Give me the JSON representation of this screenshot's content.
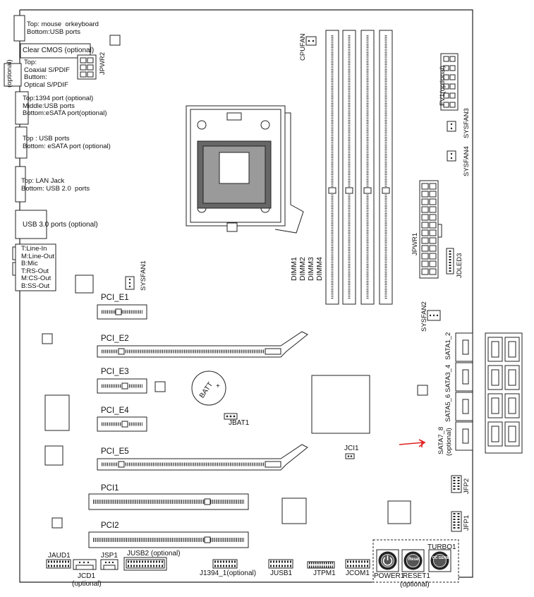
{
  "io": {
    "ps2": [
      "Top: mouse  orkeyboard",
      "Bottom:USB ports"
    ],
    "clear_cmos": "Clear CMOS (optional)",
    "spdif": [
      "Top:",
      "Coaxial S/PDIF",
      "Buttom:",
      "Optical S/PDIF"
    ],
    "spdif_side": "(optional)",
    "port_1394": [
      "Top:1394 port (optional)",
      "Middle:USB ports",
      "Bottom:eSATA port(optional)"
    ],
    "usb_esata": [
      "Top : USB ports",
      "Bottom: eSATA port (optional)"
    ],
    "lan": [
      "Top: LAN Jack",
      "Bottom: USB 2.0  ports"
    ],
    "usb3": "USB 3.0  ports (optional)",
    "audio": [
      "T:Line-In",
      "M:Line-Out",
      "B:Mic",
      "T:RS-Out",
      "M:CS-Out",
      "B:SS-Out"
    ]
  },
  "connectors": {
    "jpwr2": "JPWR2",
    "cpufan": "CPUFAN",
    "sysfan1": "SYSFAN1",
    "sysfan2": "SYSFAN2",
    "sysfan3": "SYSFAN3",
    "sysfan4": "SYSFAN4",
    "fv1": "FV1(optional)",
    "jpwr1": "JPWR1",
    "jdled3": "JDLED3",
    "dimm": [
      "DIMM1",
      "DIMM2",
      "DIMM3",
      "DIMM4"
    ],
    "sata": [
      "SATA1_2",
      "SATA3_4",
      "SATA5_6",
      "SATA7_8"
    ],
    "sata_optional": "(optional)",
    "jfp2": "JFP2",
    "jfp1": "JFP1",
    "jci1": "JCI1",
    "jbat1": "JBAT1",
    "batt": "BATT",
    "batt_plus": "+"
  },
  "slots": {
    "pci_e1": "PCI_E1",
    "pci_e2": "PCI_E2",
    "pci_e3": "PCI_E3",
    "pci_e4": "PCI_E4",
    "pci_e5": "PCI_E5",
    "pci1": "PCI1",
    "pci2": "PCI2"
  },
  "bottom": {
    "jaud1": "JAUD1",
    "jsp1": "JSP1",
    "jusb2": "JUSB2 (optional)",
    "jcd1": [
      "JCD1",
      "(optional)"
    ],
    "j1394": "J1394_1(optional)",
    "jusb1": "JUSB1",
    "jtpm1": "JTPM1",
    "jcom1": "JCOM1",
    "power1": "POWER1",
    "reset1": "RESET1",
    "turbo1": "TURBO1",
    "buttons_optional": "(optional)",
    "btn_reset_text": "Reset",
    "btn_oc_text": "OC GENIE"
  },
  "colors": {
    "line": "#222222",
    "arrow": "#e02020"
  }
}
